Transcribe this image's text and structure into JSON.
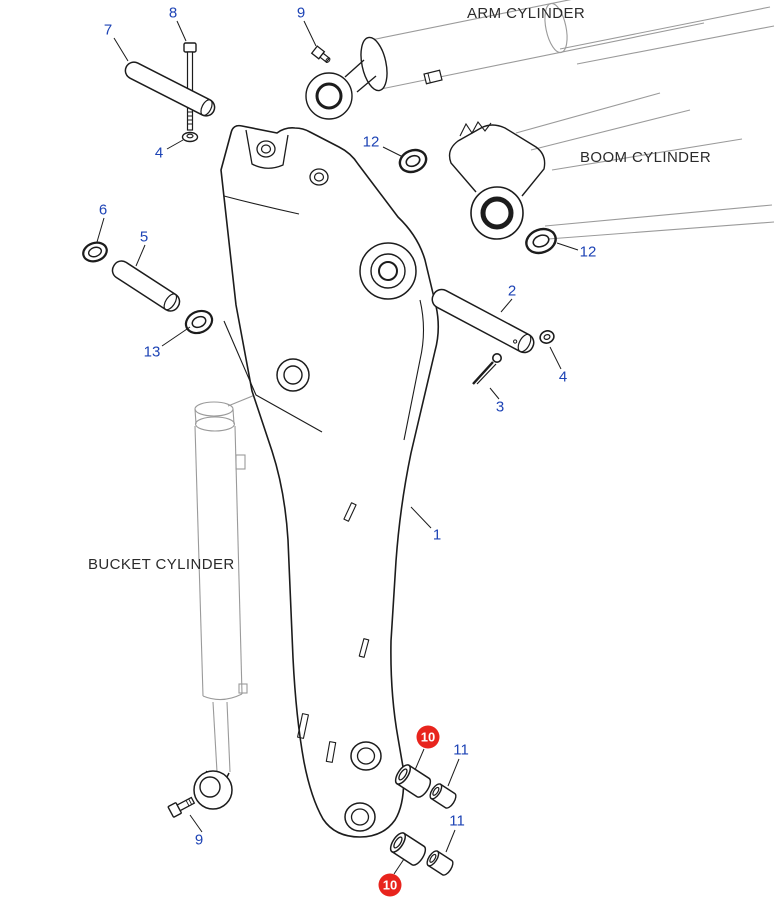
{
  "diagram": {
    "labels": {
      "arm_cylinder": "ARM CYLINDER",
      "boom_cylinder": "BOOM CYLINDER",
      "bucket_cylinder": "BUCKET CYLINDER"
    },
    "callouts": [
      {
        "id": "callout-7",
        "text": "7",
        "highlighted": false
      },
      {
        "id": "callout-8",
        "text": "8",
        "highlighted": false
      },
      {
        "id": "callout-9-top",
        "text": "9",
        "highlighted": false
      },
      {
        "id": "callout-4-top",
        "text": "4",
        "highlighted": false
      },
      {
        "id": "callout-12-left",
        "text": "12",
        "highlighted": false
      },
      {
        "id": "callout-12-right",
        "text": "12",
        "highlighted": false
      },
      {
        "id": "callout-6",
        "text": "6",
        "highlighted": false
      },
      {
        "id": "callout-5",
        "text": "5",
        "highlighted": false
      },
      {
        "id": "callout-13",
        "text": "13",
        "highlighted": false
      },
      {
        "id": "callout-2",
        "text": "2",
        "highlighted": false
      },
      {
        "id": "callout-4-right",
        "text": "4",
        "highlighted": false
      },
      {
        "id": "callout-3",
        "text": "3",
        "highlighted": false
      },
      {
        "id": "callout-1",
        "text": "1",
        "highlighted": false
      },
      {
        "id": "callout-10-top",
        "text": "10",
        "highlighted": true
      },
      {
        "id": "callout-11-top",
        "text": "11",
        "highlighted": false
      },
      {
        "id": "callout-11-bottom",
        "text": "11",
        "highlighted": false
      },
      {
        "id": "callout-10-bottom",
        "text": "10",
        "highlighted": true
      },
      {
        "id": "callout-9-bottom",
        "text": "9",
        "highlighted": false
      }
    ],
    "colors": {
      "callout": "#1d43b5",
      "label": "#2b2b2b",
      "line": "#1c1c1c",
      "phantom": "#9a9a9a",
      "highlight": "#e8241d",
      "highlight_text": "#ffffff",
      "background": "#ffffff"
    }
  }
}
